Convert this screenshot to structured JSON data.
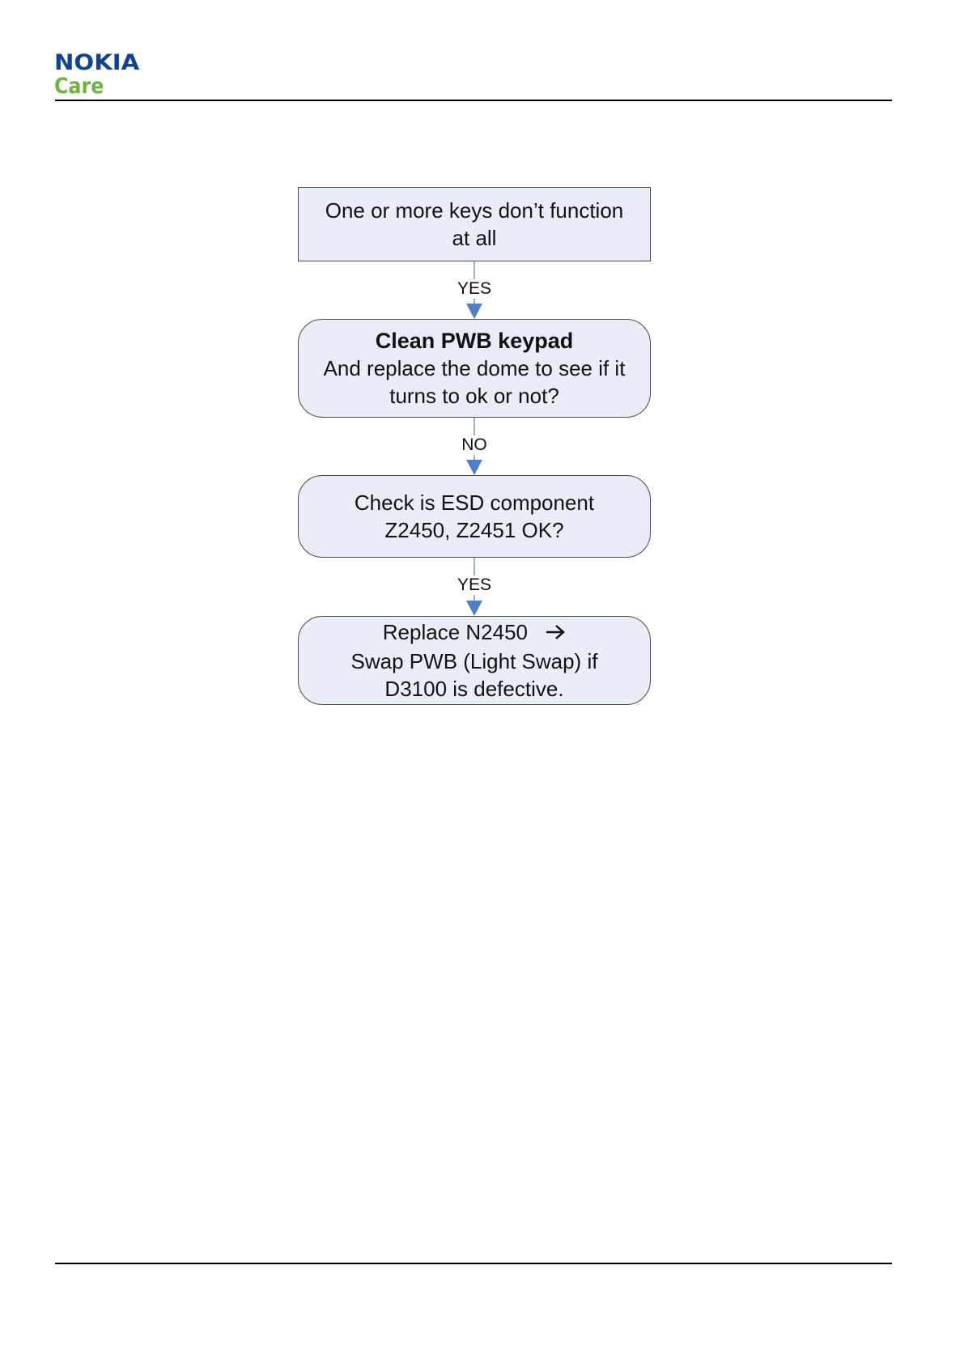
{
  "header": {
    "logo_brand": "NOKIA",
    "logo_sub": "Care",
    "brand_color": "#124191",
    "sub_color": "#6db33f"
  },
  "flowchart": {
    "nodes": [
      {
        "id": "n1",
        "line1": "One or more keys don’t function",
        "line2": "at all"
      },
      {
        "id": "n2",
        "title": "Clean PWB keypad",
        "line1": "And replace the dome to see if it",
        "line2": "turns to ok or not?"
      },
      {
        "id": "n3",
        "line1": "Check is ESD component",
        "line2": "Z2450, Z2451 OK?"
      },
      {
        "id": "n4",
        "line1": "Replace N2450",
        "line2": "Swap PWB (Light Swap) if",
        "line3": "D3100 is defective."
      }
    ],
    "edges": [
      {
        "from": "n1",
        "to": "n2",
        "label": "YES"
      },
      {
        "from": "n2",
        "to": "n3",
        "label": "NO"
      },
      {
        "from": "n3",
        "to": "n4",
        "label": "YES"
      }
    ],
    "node_fill": "#e9edf8",
    "arrow_color": "#4f7fc6"
  }
}
